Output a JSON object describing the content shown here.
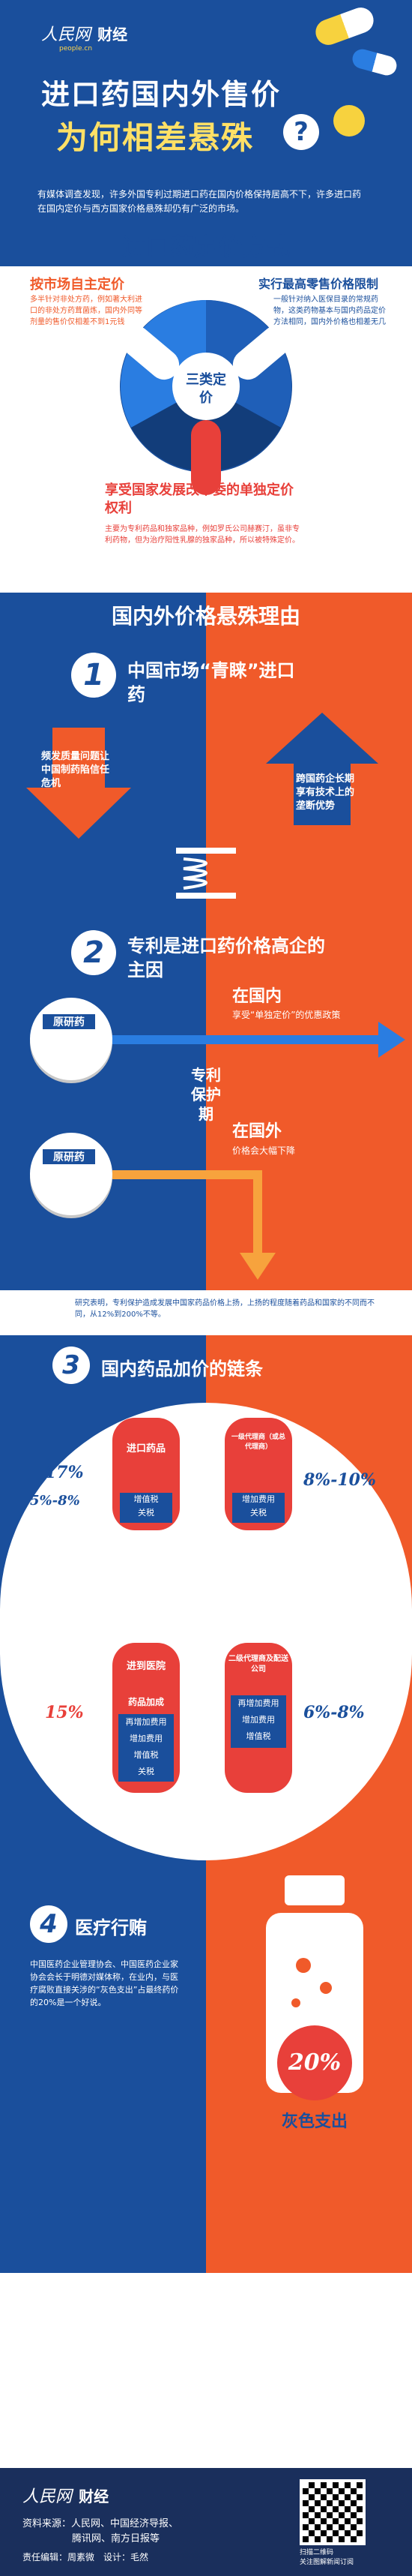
{
  "header": {
    "logo_text": "人民网",
    "logo_sub": "people.cn",
    "section": "财经",
    "title_line1": "进口药国内外售价",
    "title_line2": "为何相差悬殊",
    "question_mark": "?"
  },
  "intro": {
    "text": "有媒体调查发现，许多外国专利过期进口药在国内价格保持居高不下，许多进口药在国内定价与西方国家价格悬殊却仍有广泛的市场。"
  },
  "pricing": {
    "title": "进口药定价方式",
    "center_label": "三类定价",
    "method1_title": "按市场自主定价",
    "method1_text": "多半针对非处方药，例如著大利进口的非处方药茸菌炼，国内外同等剂量的售价仅相差不到1元钱",
    "method2_title": "实行最高零售价格限制",
    "method2_text": "一般针对纳入医保目录的常规药物，这类药物基本与国内药品定价方法相同，国内外价格也相差无几",
    "method3_title": "享受国家发展改革委的单独定价权利",
    "method3_text": "主要为专利药品和独家品种，例如罗氏公司赫赛汀，虽非专利药物，但为治疗阳性乳腺的独家品种，所以被特殊定价。"
  },
  "reasons": {
    "title": "国内外价格悬殊理由",
    "reason1_num": "1",
    "reason1_title": "中国市场“青睐”进口药",
    "reason1_left": "频发质量问题让中国制药陷信任危机",
    "reason1_right": "跨国药企长期享有技术上的垄断优势",
    "reason2_num": "2",
    "reason2_title": "专利是进口药价格高企的主因",
    "pill1_label": "原研药",
    "pill2_label": "原研药",
    "patent_label": "专利保护期",
    "domestic_title": "在国内",
    "domestic_text": "享受“单独定价”的优惠政策",
    "foreign_title": "在国外",
    "foreign_text": "价格会大幅下降",
    "reason2_note": "研究表明，专利保护造成发展中国家药品价格上扬，上扬的程度随着药品和国家的不同而不同，从12%到200%不等。"
  },
  "chain": {
    "num": "3",
    "title": "国内药品加价的链条",
    "step1": "进口药品",
    "step2": "一级代理商（或总代理商）",
    "step3": "二级代理商及配送公司",
    "step4": "进到医院",
    "step5": "药品加成",
    "add1": "增值税",
    "add1b": "关税",
    "add2": "增加费用",
    "add2b": "关税",
    "add3a": "再增加费用",
    "add3b": "增加费用",
    "add3c": "增值税",
    "add4a": "再增加费用",
    "add4b": "增加费用",
    "add4c": "增值税",
    "add4d": "关税",
    "pct_left1": "17%",
    "pct_left2": "5%-8%",
    "pct_right1": "8%-10%",
    "pct_left3": "15%",
    "pct_right2": "6%-8%"
  },
  "bribery": {
    "num": "4",
    "title": "医疗行贿",
    "text": "中国医药企业管理协会、中国医药企业家协会会长于明德对媒体称，在业内，与医疗腐败直接关涉的“灰色支出”占最终药价的20%是一个好说。",
    "pct": "20%",
    "label": "灰色支出"
  },
  "footer": {
    "logo_text": "人民网",
    "section": "财经",
    "sources_label": "资料来源：",
    "sources_line1": "人民网、中国经济导报、",
    "sources_line2": "腾讯网、南方日报等",
    "editor": "责任编辑：周素微　设计：毛然",
    "qr_caption1": "扫描二维码",
    "qr_caption2": "关注图解新闻订阅"
  },
  "colors": {
    "blue": "#1a4f9c",
    "orange": "#f05a2a",
    "red": "#e8403a",
    "navy": "#1a2f5c"
  }
}
